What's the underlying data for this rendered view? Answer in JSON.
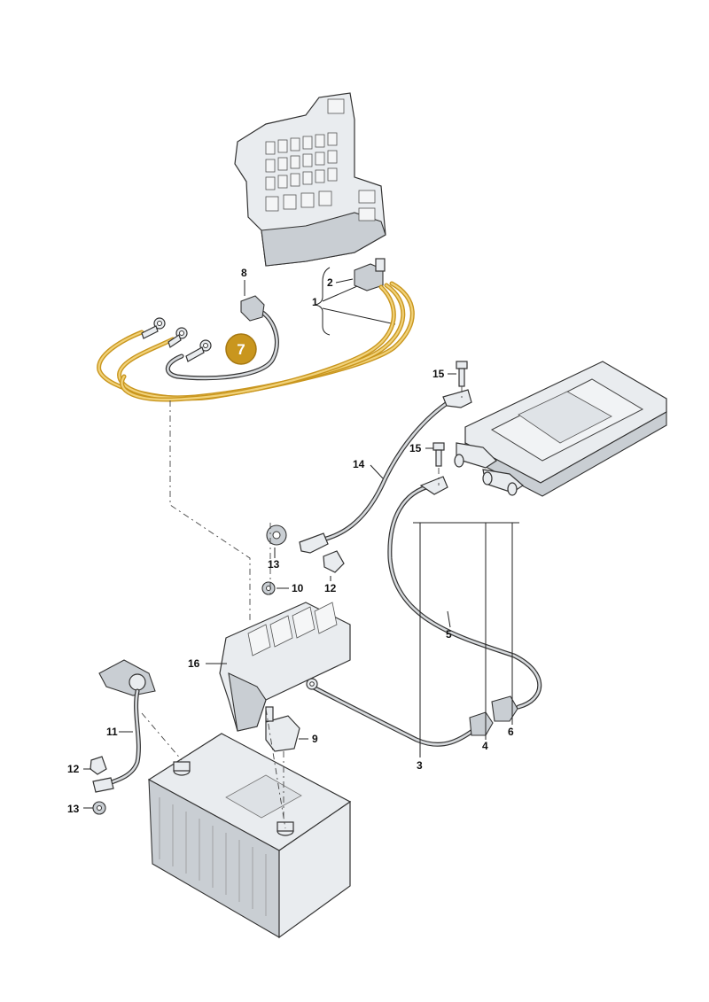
{
  "highlight": {
    "label": "7",
    "color": "#c9961e"
  },
  "callouts": {
    "c1": "1",
    "c2": "2",
    "c3": "3",
    "c4": "4",
    "c5": "5",
    "c6": "6",
    "c8": "8",
    "c9": "9",
    "c10": "10",
    "c11": "11",
    "c12a": "12",
    "c12b": "12",
    "c13a": "13",
    "c13b": "13",
    "c14": "14",
    "c15a": "15",
    "c15b": "15",
    "c16": "16"
  }
}
